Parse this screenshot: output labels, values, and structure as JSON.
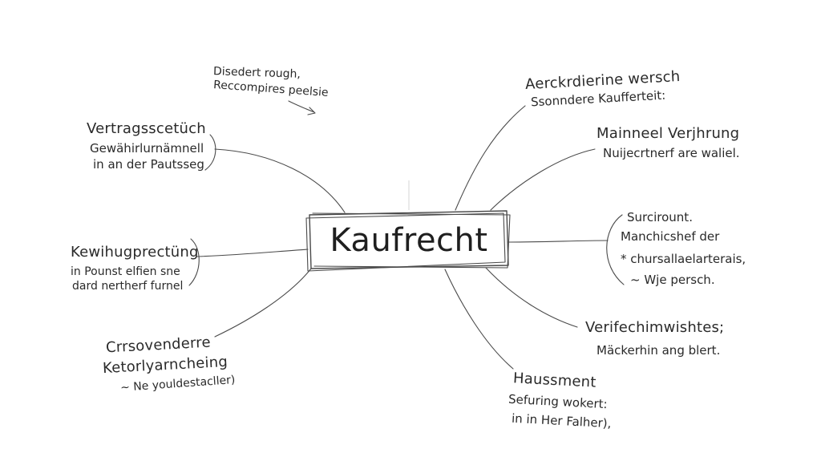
{
  "center": {
    "title": "Kaufrecht"
  },
  "top_annotation": {
    "line1": "Disedert rough,",
    "line2": "Reccompires peelsie"
  },
  "branches": {
    "left_top": {
      "title": "Vertragsscetüch",
      "line1": "Gewähirlurnämnell",
      "line2": "in an der Pautsseg"
    },
    "left_middle": {
      "title": "Kewihugprectüng",
      "line1": "in Pounst elfien sne",
      "line2": "dard nertherf furnel"
    },
    "left_bottom": {
      "title": "Crrsovenderre",
      "line1": "Ketorlyarncheing",
      "line2": "~ Ne youldestacller)"
    },
    "right_top": {
      "title": "Aerckrdierine wersch",
      "line1": "Ssonndere Kaufferteit:"
    },
    "right_upper": {
      "title": "Mainneel Verjhrung",
      "line1": "Nuijecrtnerf are waliel."
    },
    "right_middle": {
      "line1": "Surcirount.",
      "line2": "Manchicshef der",
      "line3": "* chursallaelarterais,",
      "line4": "~ Wje persch."
    },
    "right_lower": {
      "title": "Verifechimwishtes;",
      "line1": "Mäckerhin ang blert."
    },
    "bottom": {
      "title": "Haussment",
      "line1": "Sefuring wokert:",
      "line2": "in in Her Falher),"
    }
  }
}
